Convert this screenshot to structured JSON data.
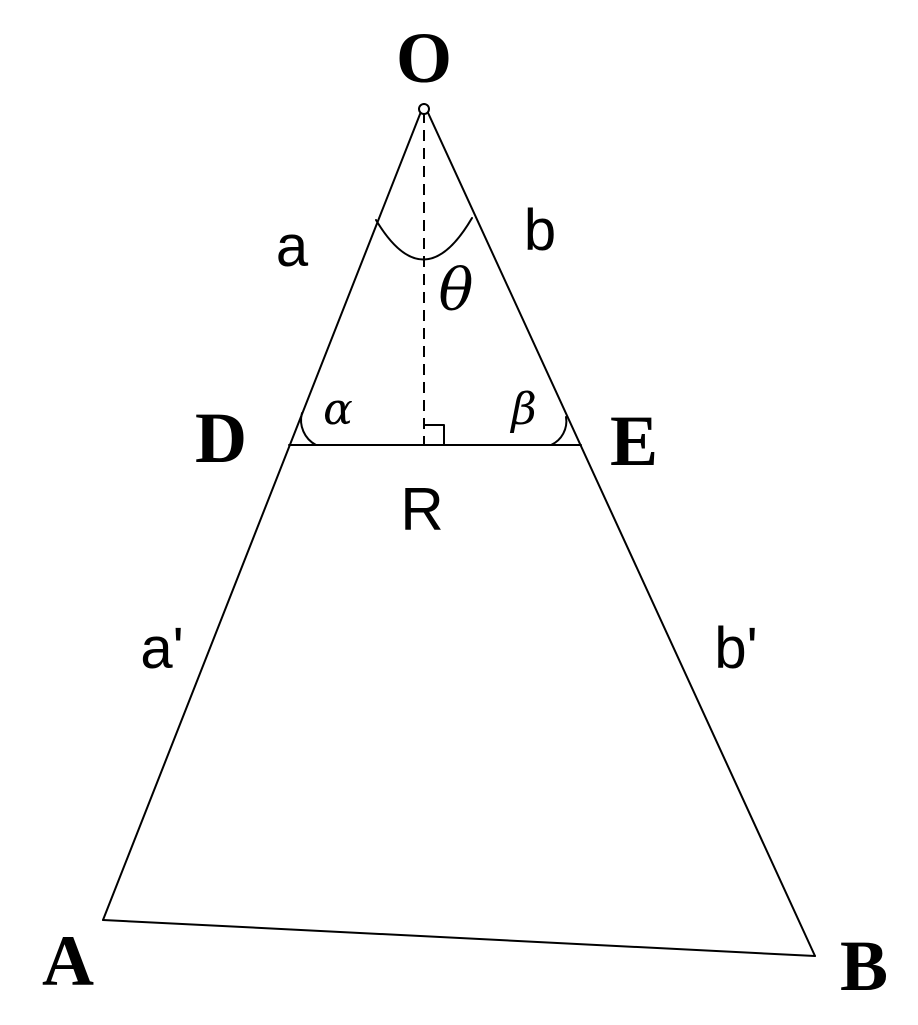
{
  "points": {
    "O": "O",
    "A": "A",
    "B": "B",
    "D": "D",
    "E": "E",
    "R": "R"
  },
  "sides": {
    "a": "a",
    "b": "b",
    "a_prime": "a'",
    "b_prime": "b'"
  },
  "angles": {
    "theta": "θ",
    "alpha": "α",
    "beta": "β"
  }
}
